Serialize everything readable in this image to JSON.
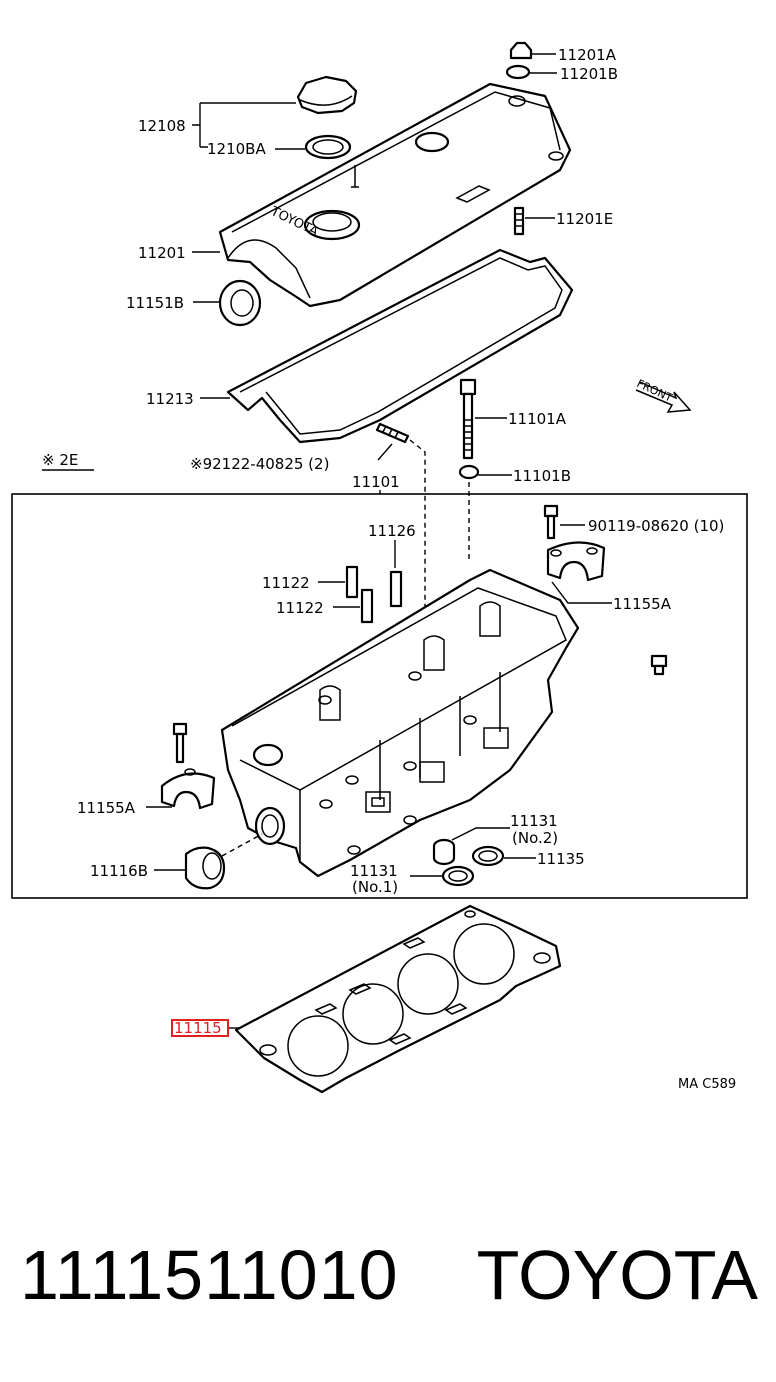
{
  "diagram": {
    "labels": {
      "l11201A": "11201A",
      "l11201B": "11201B",
      "l12108": "12108",
      "l1210BA": "1210BA",
      "l11201E": "11201E",
      "l11201": "11201",
      "l11151B": "11151B",
      "l11213": "11213",
      "l11101A": "11101A",
      "lFront": "FRONT",
      "l2E": "※ 2E",
      "l92122": "※92122-40825 (2)",
      "l11101B": "11101B",
      "l11101": "11101",
      "l90119": "90119-08620 (10)",
      "l11126": "11126",
      "l11122a": "11122",
      "l11122b": "11122",
      "l11155A_right": "11155A",
      "l11155A_left": "11155A",
      "l11131_no2": "11131",
      "l11131_no2_sub": "(No.2)",
      "l11135": "11135",
      "l11116B": "11116B",
      "l11131_no1": "11131",
      "l11131_no1_sub": "(No.1)",
      "l11115": "11115",
      "lRef": "MA C589",
      "lLogo": "TOYOTA"
    },
    "highlight_color": "#e02020"
  },
  "footer": {
    "part_number": "1111511010",
    "brand": "TOYOTA"
  }
}
